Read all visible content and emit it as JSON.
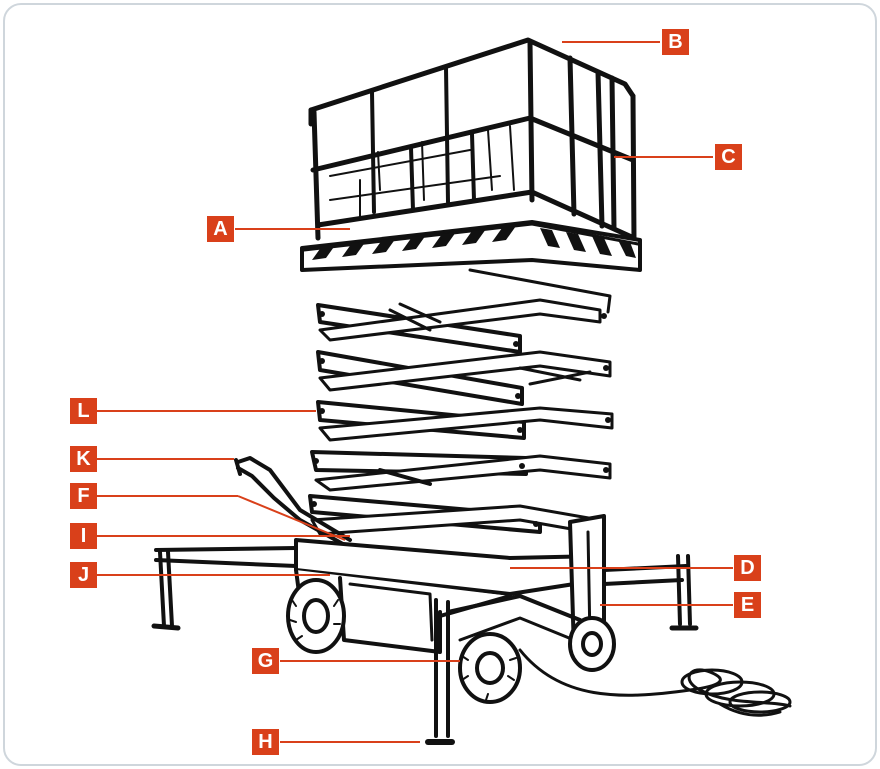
{
  "diagram": {
    "subject": "scissor-lift",
    "accent_color": "#d9401a",
    "line_color": "#d9401a",
    "ink_color": "#111111",
    "callouts": {
      "A": "A",
      "B": "B",
      "C": "C",
      "D": "D",
      "E": "E",
      "F": "F",
      "G": "G",
      "H": "H",
      "I": "I",
      "J": "J",
      "K": "K",
      "L": "L"
    }
  }
}
